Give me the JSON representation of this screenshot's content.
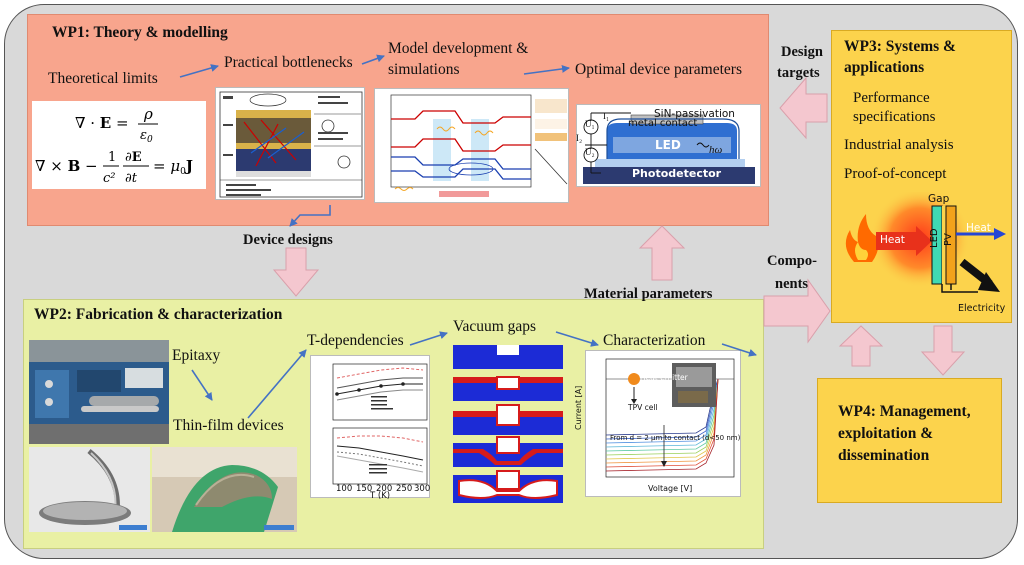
{
  "wp1": {
    "title": "WP1: Theory & modelling",
    "theoretical_limits": "Theoretical limits",
    "practical_bottlenecks": "Practical bottlenecks",
    "model_development_line1": "Model development &",
    "model_development_line2": "simulations",
    "optimal_device_parameters": "Optimal device parameters",
    "eq1": "∇ · E = ρ / ε₀",
    "eq2": "∇ × B − (1/c²) ∂E/∂t = μ₀J",
    "device_figure": {
      "passivation": "SiN-passivation",
      "metal_contact": "metal contact",
      "led": "LED",
      "photon": "hω",
      "photodetector": "Photodetector",
      "u1": "U₁",
      "u2": "U₂",
      "i1": "I₁",
      "i2": "I₂"
    }
  },
  "flow": {
    "device_designs": "Device designs",
    "material_parameters": "Material parameters",
    "design_targets_line1": "Design",
    "design_targets_line2": "targets",
    "components_line1": "Compo-",
    "components_line2": "nents"
  },
  "wp2": {
    "title": "WP2: Fabrication & characterization",
    "epitaxy": "Epitaxy",
    "thin_film_devices": "Thin-film devices",
    "t_dependencies": "T-dependencies",
    "vacuum_gaps": "Vacuum gaps",
    "characterization": "Characterization",
    "tdep_axis_label": "T (K)",
    "tdep_ticks": [
      "100",
      "150",
      "200",
      "250",
      "300"
    ],
    "char_xlabel": "Voltage [V]",
    "char_ylabel": "Current [A]",
    "char_annotation": "From d = 2 μm to contact (d<50 nm)",
    "heat_emitter": "Heat emitter",
    "tpv_cell": "TPV cell"
  },
  "wp3": {
    "title_line1": "WP3: Systems &",
    "title_line2": "applications",
    "item1_line1": "Performance",
    "item1_line2": "specifications",
    "item2": "Industrial analysis",
    "item3": "Proof-of-concept",
    "concept": {
      "gap": "Gap",
      "heat_in": "Heat",
      "heat_out": "Heat",
      "led": "LED",
      "pv": "PV",
      "electricity": "Electricity"
    }
  },
  "wp4": {
    "title_line1": "WP4: Management,",
    "title_line2": "exploitation &",
    "title_line3": "dissemination"
  },
  "colors": {
    "wp1_bg": "#f8a58d",
    "wp2_bg": "#e9f0a4",
    "wp3_bg": "#fcd34c",
    "arrow_blue": "#4472c4",
    "block_arrow": "#f4c7cf"
  }
}
